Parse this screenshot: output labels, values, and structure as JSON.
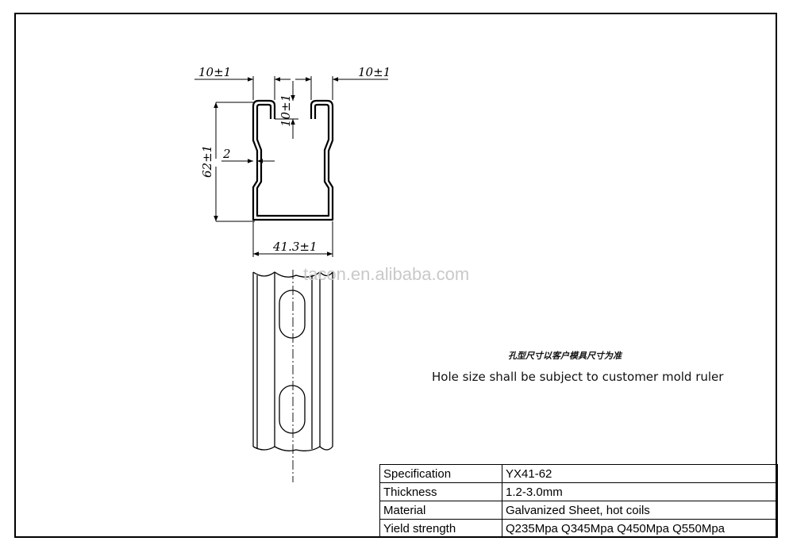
{
  "drawing": {
    "dimensions": {
      "top_left": "10±1",
      "top_right": "10±1",
      "slot_depth": "10±1",
      "height": "62±1",
      "thickness": "2",
      "width": "41.3±1"
    }
  },
  "watermark": "tacon.en.alibaba.com",
  "note": {
    "chinese": "孔型尺寸以客户模具尺寸为准",
    "english": "Hole size shall be subject to customer mold ruler"
  },
  "spec_table": {
    "rows": [
      {
        "label": "Specification",
        "value": "YX41-62"
      },
      {
        "label": "Thickness",
        "value": "1.2-3.0mm"
      },
      {
        "label": "Material",
        "value": "Galvanized Sheet, hot coils"
      },
      {
        "label": "Yield strength",
        "value": "Q235Mpa Q345Mpa Q450Mpa Q550Mpa"
      }
    ]
  }
}
